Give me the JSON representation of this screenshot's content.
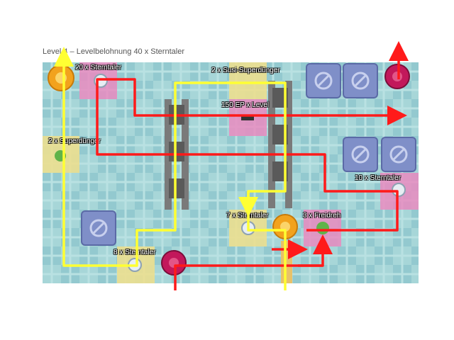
{
  "caption": "Level 4 – Levelbelohnung 40 x Sterntaler",
  "labels": {
    "sterntaler_20": "20 x Sterntaler",
    "susi": "2 x Susi-Superdünger",
    "ep": "150 EP x Level",
    "superduenger": "2 x Superdünger",
    "sterntaler_10": "10 x Sterntaler",
    "sterntaler_7": "7 x Sterntaler",
    "freidreh": "3 x Freidreh",
    "sterntaler_8": "8 x Sterntaler"
  },
  "colors": {
    "board": "#9fd0d4",
    "path_red": "#ff1a1a",
    "path_yellow": "#ffff33",
    "block": "#7f8fc8",
    "pink_tile": "#e98bc0",
    "yellow_tile": "#ecdf8f"
  },
  "icons": [
    "sunflower-token-icon",
    "rose-token-icon",
    "forbidden-block-icon",
    "coin-icon",
    "clover-icon",
    "gear-roller-icon"
  ]
}
